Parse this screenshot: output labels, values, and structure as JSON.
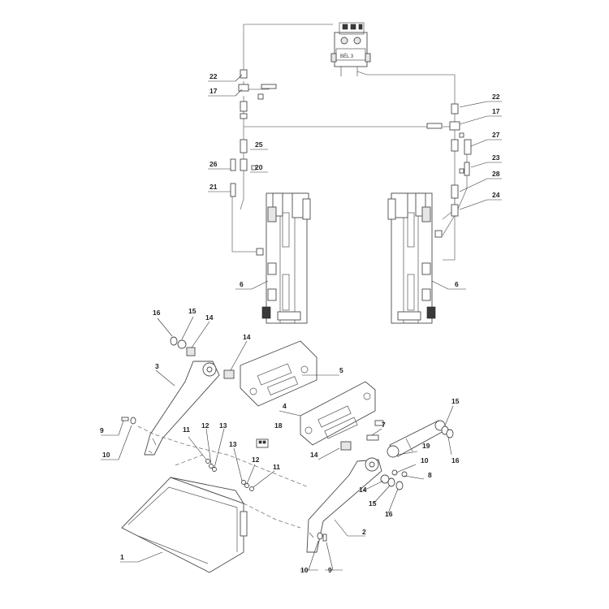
{
  "valve_tag": "BÉL 3",
  "callouts": [
    {
      "id": "c22a",
      "text": "22"
    },
    {
      "id": "c17a",
      "text": "17"
    },
    {
      "id": "c22b",
      "text": "22"
    },
    {
      "id": "c17b",
      "text": "17"
    },
    {
      "id": "c25",
      "text": "25"
    },
    {
      "id": "c26",
      "text": "26"
    },
    {
      "id": "c20",
      "text": "20"
    },
    {
      "id": "c21",
      "text": "21"
    },
    {
      "id": "c27",
      "text": "27"
    },
    {
      "id": "c23",
      "text": "23"
    },
    {
      "id": "c28",
      "text": "28"
    },
    {
      "id": "c24",
      "text": "24"
    },
    {
      "id": "c6a",
      "text": "6"
    },
    {
      "id": "c6b",
      "text": "6"
    },
    {
      "id": "c16a",
      "text": "16"
    },
    {
      "id": "c15a",
      "text": "15"
    },
    {
      "id": "c14a",
      "text": "14"
    },
    {
      "id": "c14b",
      "text": "14"
    },
    {
      "id": "c3",
      "text": "3"
    },
    {
      "id": "c5",
      "text": "5"
    },
    {
      "id": "c9a",
      "text": "9"
    },
    {
      "id": "c10a",
      "text": "10"
    },
    {
      "id": "c11a",
      "text": "11"
    },
    {
      "id": "c12a",
      "text": "12"
    },
    {
      "id": "c13a",
      "text": "13"
    },
    {
      "id": "c18",
      "text": "18"
    },
    {
      "id": "c4",
      "text": "4"
    },
    {
      "id": "c7",
      "text": "7"
    },
    {
      "id": "c15b",
      "text": "15"
    },
    {
      "id": "c16b",
      "text": "16"
    },
    {
      "id": "c19",
      "text": "19"
    },
    {
      "id": "c10b",
      "text": "10"
    },
    {
      "id": "c8",
      "text": "8"
    },
    {
      "id": "c14c",
      "text": "14"
    },
    {
      "id": "c13b",
      "text": "13"
    },
    {
      "id": "c12b",
      "text": "12"
    },
    {
      "id": "c11b",
      "text": "11"
    },
    {
      "id": "c14d",
      "text": "14"
    },
    {
      "id": "c15c",
      "text": "15"
    },
    {
      "id": "c16c",
      "text": "16"
    },
    {
      "id": "c2",
      "text": "2"
    },
    {
      "id": "c1",
      "text": "1"
    },
    {
      "id": "c10c",
      "text": "10"
    },
    {
      "id": "c9b",
      "text": "9"
    }
  ]
}
